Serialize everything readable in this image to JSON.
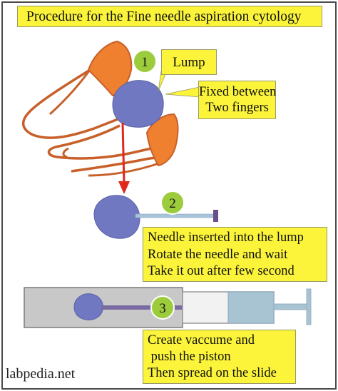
{
  "title": "Procedure for the Fine needle aspiration cytology",
  "steps": [
    {
      "number": "1"
    },
    {
      "number": "2"
    },
    {
      "number": "3"
    }
  ],
  "callouts": {
    "lump": "Lump",
    "fixed": [
      "Fixed between",
      "Two fingers"
    ],
    "step2": [
      "Needle inserted into the lump",
      "Rotate the needle and wait",
      "Take it out after few second"
    ],
    "step3": [
      "Create vaccume and",
      " push the piston",
      "Then spread on the slide"
    ]
  },
  "footer": "labpedia.net",
  "colors": {
    "callout_fill": "#fbf43a",
    "lump": "#6f78c0",
    "finger_fill": "#ee8030",
    "finger_outline": "#c8602a",
    "badge": "#9ccc3c",
    "arrow": "#e0281e",
    "needle": "#a8c4d8",
    "needle_hub": "#6a4f8a",
    "slide": "#c8c8c8",
    "syringe_barrel": "#f2f2f2",
    "syringe_plunger": "#a8c4d2"
  }
}
